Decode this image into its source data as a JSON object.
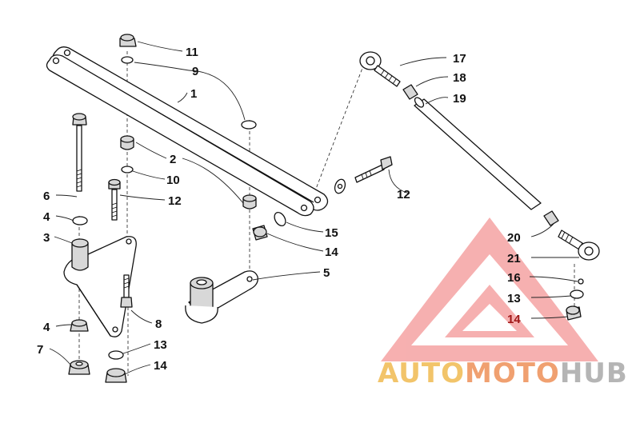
{
  "diagram": {
    "callouts": [
      {
        "id": "c1",
        "label": "1"
      },
      {
        "id": "c2",
        "label": "2"
      },
      {
        "id": "c3",
        "label": "3"
      },
      {
        "id": "c4a",
        "label": "4"
      },
      {
        "id": "c4b",
        "label": "4"
      },
      {
        "id": "c5",
        "label": "5"
      },
      {
        "id": "c6",
        "label": "6"
      },
      {
        "id": "c7",
        "label": "7"
      },
      {
        "id": "c8",
        "label": "8"
      },
      {
        "id": "c9",
        "label": "9"
      },
      {
        "id": "c10",
        "label": "10"
      },
      {
        "id": "c11",
        "label": "11"
      },
      {
        "id": "c12a",
        "label": "12"
      },
      {
        "id": "c12b",
        "label": "12"
      },
      {
        "id": "c13a",
        "label": "13"
      },
      {
        "id": "c13b",
        "label": "13"
      },
      {
        "id": "c14a",
        "label": "14"
      },
      {
        "id": "c14b",
        "label": "14"
      },
      {
        "id": "c14c",
        "label": "14"
      },
      {
        "id": "c15",
        "label": "15"
      },
      {
        "id": "c16",
        "label": "16"
      },
      {
        "id": "c17",
        "label": "17"
      },
      {
        "id": "c18",
        "label": "18"
      },
      {
        "id": "c19",
        "label": "19"
      },
      {
        "id": "c20",
        "label": "20"
      },
      {
        "id": "c21",
        "label": "21"
      }
    ]
  },
  "watermark": {
    "part1": "AUTO",
    "part2": "MOTO",
    "part3": "HUB",
    "colors": {
      "auto": "#f2c46a",
      "moto": "#f0a070",
      "hub": "#b5b5b5",
      "triangle": "#f07070"
    }
  }
}
